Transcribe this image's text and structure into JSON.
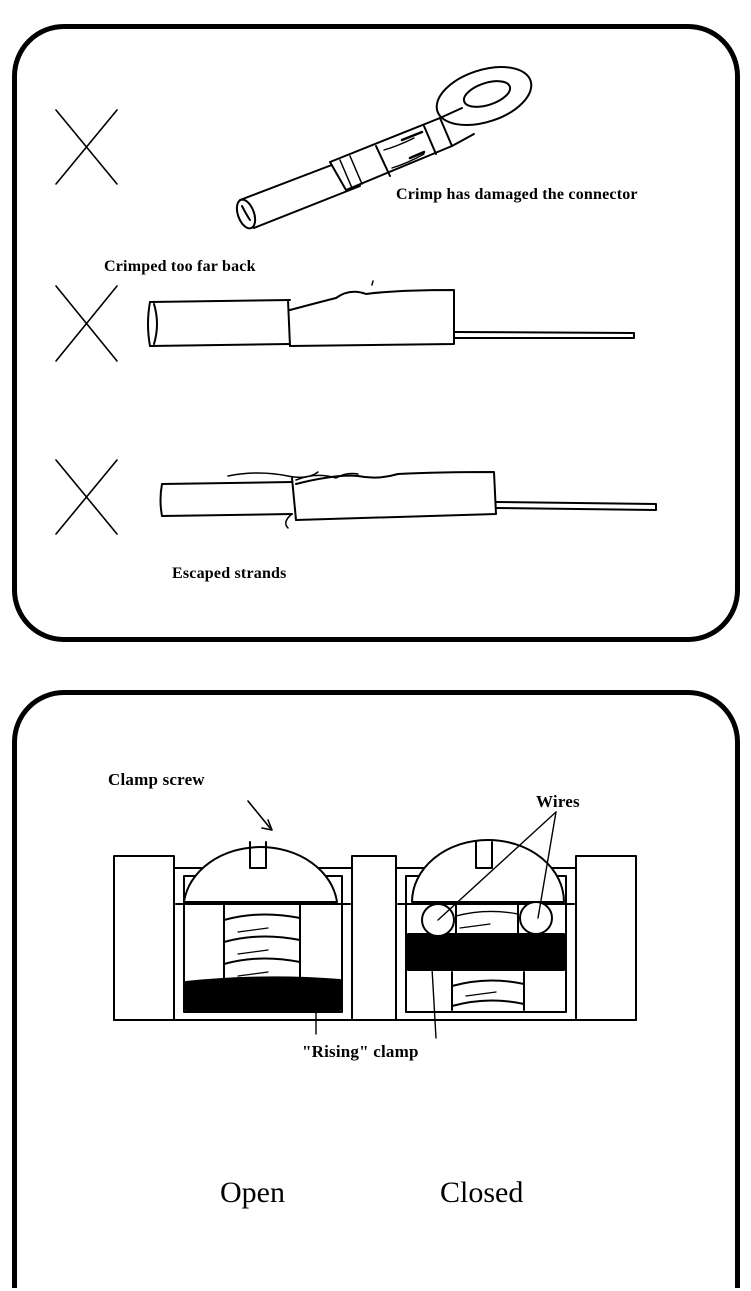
{
  "top_panel": {
    "labels": {
      "crimp_damage": "Crimp has damaged the connector",
      "crimped_back": "Crimped too far back",
      "escaped_strands": "Escaped strands"
    }
  },
  "bottom_panel": {
    "labels": {
      "clamp_screw": "Clamp screw",
      "wires": "Wires",
      "rising_clamp": "\"Rising\" clamp",
      "open": "Open",
      "closed": "Closed"
    }
  },
  "colors": {
    "ink": "#000000",
    "paper": "#ffffff"
  }
}
